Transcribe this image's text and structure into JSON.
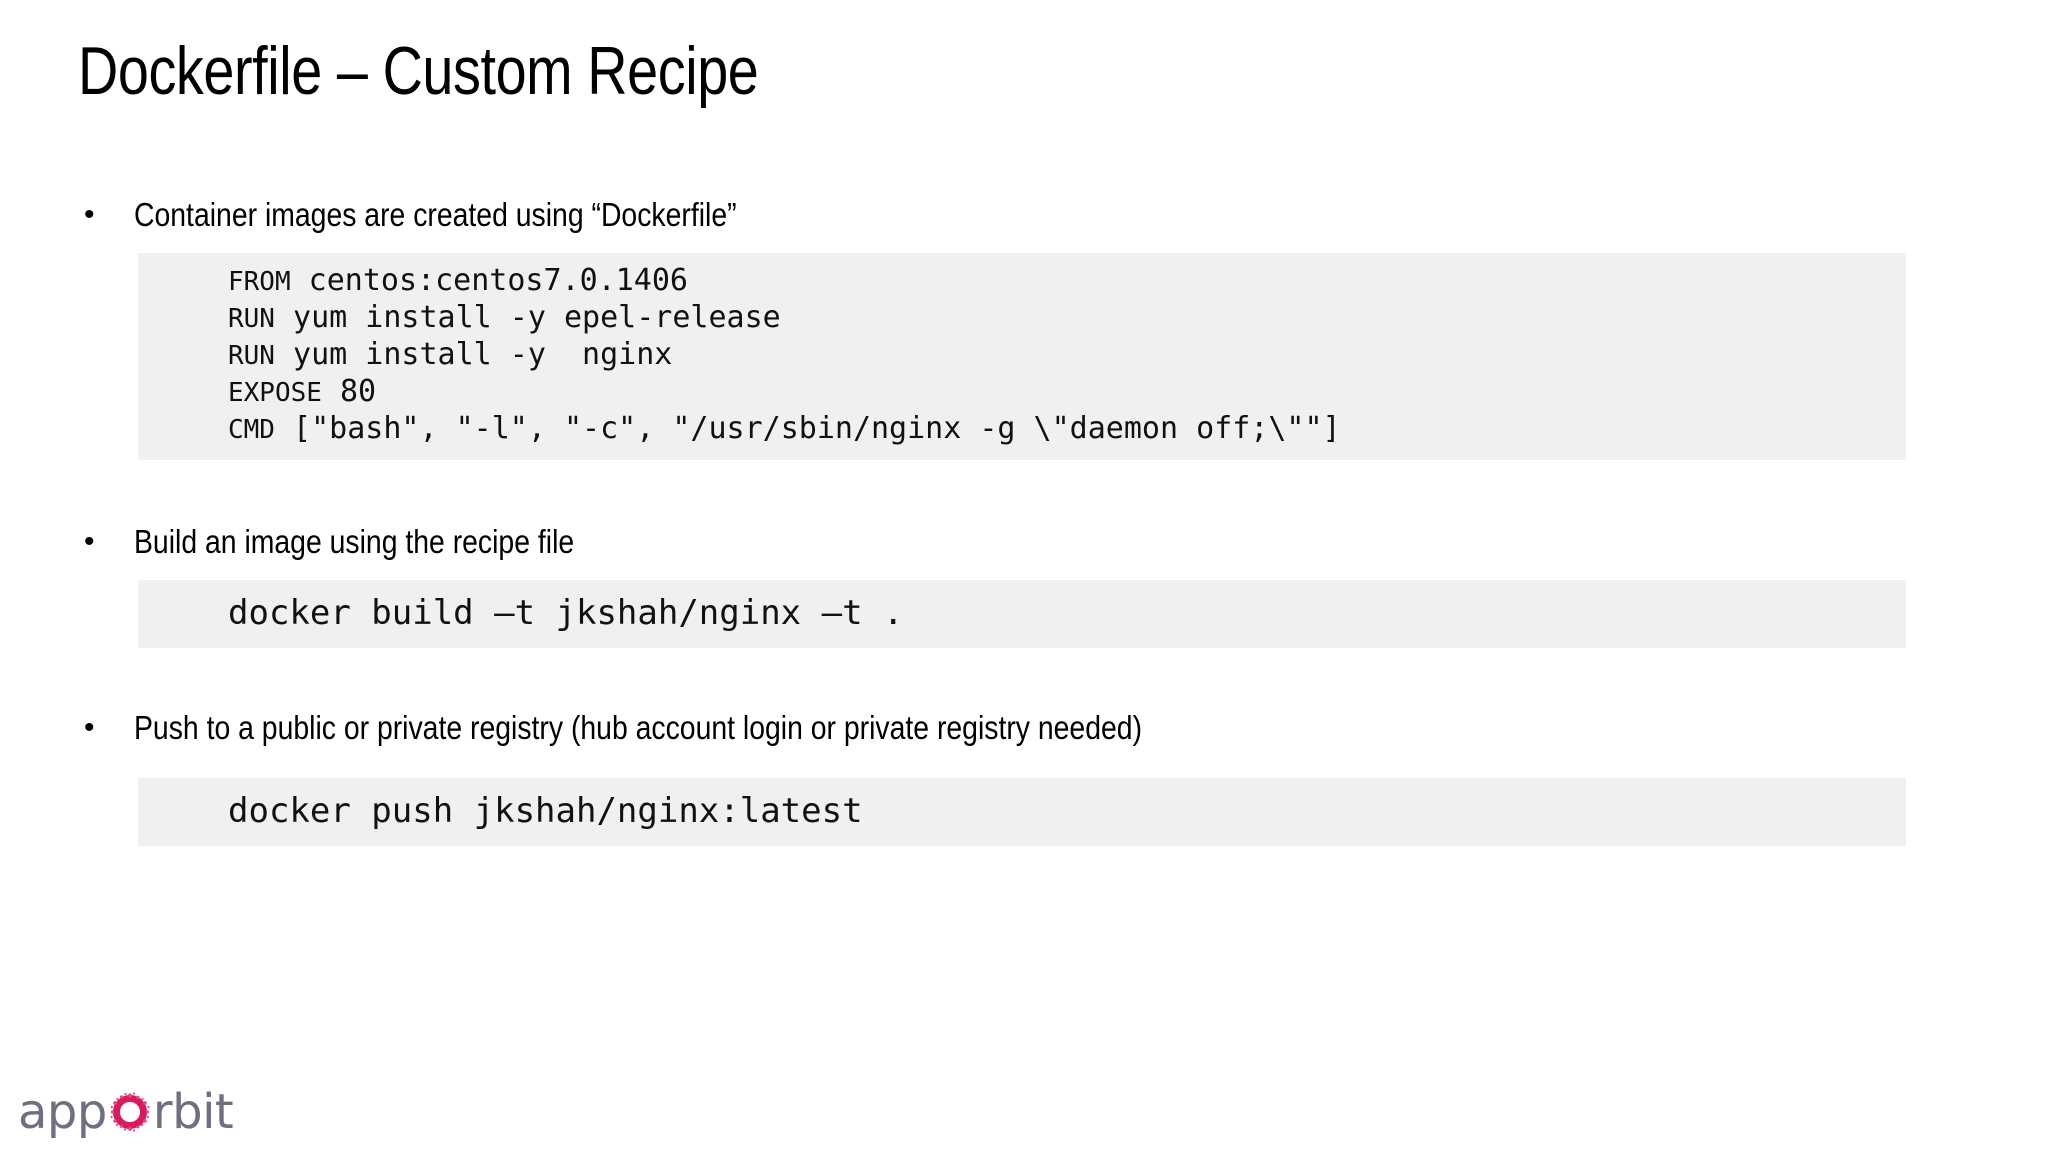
{
  "slide": {
    "title": "Dockerfile – Custom Recipe",
    "background_color": "#ffffff",
    "code_background_color": "#f0f0f0",
    "text_color": "#000000"
  },
  "bullets": [
    {
      "marker": "•",
      "text": "Container images are created using “Dockerfile”"
    },
    {
      "marker": "•",
      "text": "Build an image using the recipe file"
    },
    {
      "marker": "•",
      "text": "Push to a public or private registry (hub account login or private registry needed)"
    }
  ],
  "code_blocks": {
    "dockerfile": {
      "lines": [
        {
          "keyword": "FROM",
          "rest": " centos:centos7.0.1406"
        },
        {
          "keyword": "RUN",
          "rest": " yum install -y epel-release"
        },
        {
          "keyword": "RUN",
          "rest": " yum install -y  nginx"
        },
        {
          "keyword": "EXPOSE",
          "rest": " 80"
        },
        {
          "keyword": "CMD",
          "rest": " [\"bash\", \"-l\", \"-c\", \"/usr/sbin/nginx -g \\\"daemon off;\\\"\"]"
        }
      ]
    },
    "build": {
      "line": "docker build –t jkshah/nginx –t ."
    },
    "push": {
      "line": "docker push jkshah/nginx:latest"
    }
  },
  "logo": {
    "text_before": "app",
    "ring_letter": "O",
    "text_after": "rbit",
    "text_color": "#6f6f82",
    "ring_color": "#d81b60"
  }
}
